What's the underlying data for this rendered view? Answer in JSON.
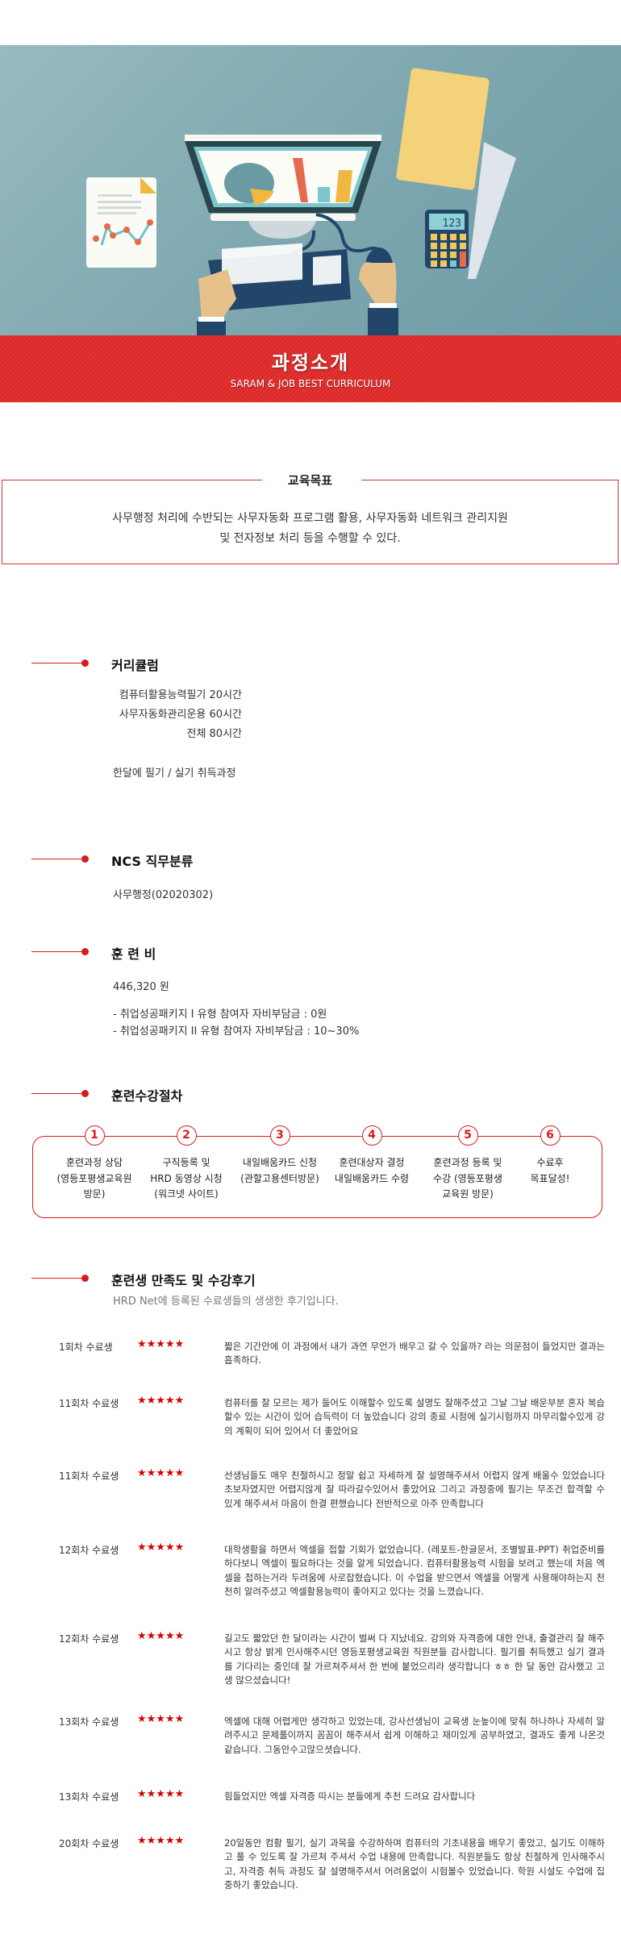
{
  "banner": {
    "title": "과정소개",
    "subtitle": "SARAM & JOB BEST CURRICULUM"
  },
  "hero": {
    "calculator_display": "123"
  },
  "goal": {
    "title": "교육목표",
    "lines": [
      "사무행정 처리에 수반되는 사무자동화 프로그램 활용, 사무자동화 네트워크 관리지원",
      "및 전자정보 처리 등을 수행할 수 있다."
    ]
  },
  "curriculum": {
    "title": "커리큘럼",
    "items": [
      "컴퓨터활용능력필기 20시간",
      "사무자동화관리운용 60시간",
      "전체 80시간"
    ],
    "note": "한달에 필기 / 실기 취득과정"
  },
  "ncs": {
    "title": "NCS 직무분류",
    "value": "사무행정(02020302)"
  },
  "fee": {
    "title": "훈 련 비",
    "amount": "446,320 원",
    "notes": [
      "- 취업성공패키지 I 유형 참여자 자비부담금  :  0원",
      "- 취업성공패키지 II 유형 참여자 자비부담금  : 10~30%"
    ]
  },
  "procedure": {
    "title": "훈련수강절차",
    "steps": [
      {
        "num": "1",
        "lines": [
          "훈련과정 상담",
          "(영등포평생교육원",
          "방문)"
        ]
      },
      {
        "num": "2",
        "lines": [
          "구직등록 및",
          "HRD 동영상 시청",
          "(워크넷 사이트)"
        ]
      },
      {
        "num": "3",
        "lines": [
          "내일배움카드 신청",
          "(관할고용센터방문)"
        ]
      },
      {
        "num": "4",
        "lines": [
          "훈련대상자 결정",
          "내일배움카드 수령"
        ]
      },
      {
        "num": "5",
        "lines": [
          "훈련과정 등록 및",
          "수강 (영등포평생",
          "교육원 방문)"
        ]
      },
      {
        "num": "6",
        "lines": [
          "수료후",
          "목표달성!"
        ]
      }
    ]
  },
  "reviews": {
    "title": "훈련생 만족도 및 수강후기",
    "subtitle": "HRD Net에 등록된 수료생들의 생생한 후기입니다.",
    "accent": "#d50000",
    "items": [
      {
        "who": "1회차 수료생",
        "rating": 5,
        "text": "짧은 기간안에 이 과정에서 내가 과연 무언가 배우고 갈 수 있을까? 라는 의문점이 들었지만 결과는 흡족하다."
      },
      {
        "who": "11회차 수료생",
        "rating": 5,
        "text": "컴퓨터를 잘 모르는 제가 들어도 이해할수 있도록 설명도 잘해주셨고 그날 그날 배운부분 혼자 복습할수 있는 시간이 있어 습득력이 더 높았습니다 강의 종료 시점에 실기시험까지 마무리할수있게 강의 계획이 되어 있어서 더 좋았어요"
      },
      {
        "who": "11회차 수료생",
        "rating": 5,
        "text": "선생님들도 매우 친절하시고 정말 쉽고 자세하게 잘 설명해주셔서 어렵지 않게 배울수 있었습니다 초보자였지만 어렵지않게 잘 따라갈수있어서 좋았어요 그리고 과정중에 필기는 무조건 합격할 수 있게 해주셔서 마음이 한결 편했습니다 전반적으로 아주 만족합니다"
      },
      {
        "who": "12회차 수료생",
        "rating": 5,
        "text": "대학생활을 하면서 엑셀을 접할 기회가 없었습니다. (레포트-한글문서, 조별발표-PPT) 취업준비를 하다보니 엑셀이 필요하다는 것을 알게 되었습니다. 컴퓨터활용능력 시험을 보려고 했는데 처음 엑셀을 접하는거라 두려움에 사로잡혔습니다. 이 수업을 받으면서 엑셀을 어떻게 사용해야하는지 천천히 알려주셨고 엑셀활용능력이 좋아지고 있다는 것을 느꼈습니다."
      },
      {
        "who": "12회차 수료생",
        "rating": 5,
        "text": "길고도 짧았던 한 달이라는 시간이 벌써 다 지났네요. 강의와 자격증에 대한 안내, 출결관리 잘 해주시고 항상 밝게 인사해주시던 영등포평생교육원 직원분들 감사합니다. 필기를 취득했고 실기 결과를 기다리는 중인데 잘 가르쳐주셔서 한 번에 붙었으리라 생각합니다 ㅎㅎ 한 달 동안 감사했고 고생 많으셨습니다!"
      },
      {
        "who": "13회차 수료생",
        "rating": 5,
        "text": "엑셀에 대해 어렵게만 생각하고 있었는데, 강사선생님이 교육생 눈높이에 맞춰 하나하나 자세히 알려주시고 문제풀이까지 꼼꼼이 해주셔서 쉽게 이해하고 재미있게 공부하였고, 결과도 좋게 나온것 같습니다. 그동안수고많으셧습니다."
      },
      {
        "who": "13회차 수료생",
        "rating": 5,
        "text": "힘들었지만 엑셀 자격증 따시는 분들에게 추천 드려요 감사합니다"
      },
      {
        "who": "20회차 수료생",
        "rating": 5,
        "text": "20일동안 컴활 필기, 실기 과목을 수강하하며 컴퓨터의 기초내용을 배우기 좋았고, 실기도 이해하고 풀 수 있도록 잘 가르쳐 주셔서 수업 내용에 만족합니다. 직원분들도 항상 친절하게 인사해주시고, 자격증 취득 과정도 잘 설명해주셔서 어려움없이 시험볼수 있었습니다. 학원 시설도 수업에 집중하기 좋았습니다."
      }
    ]
  }
}
